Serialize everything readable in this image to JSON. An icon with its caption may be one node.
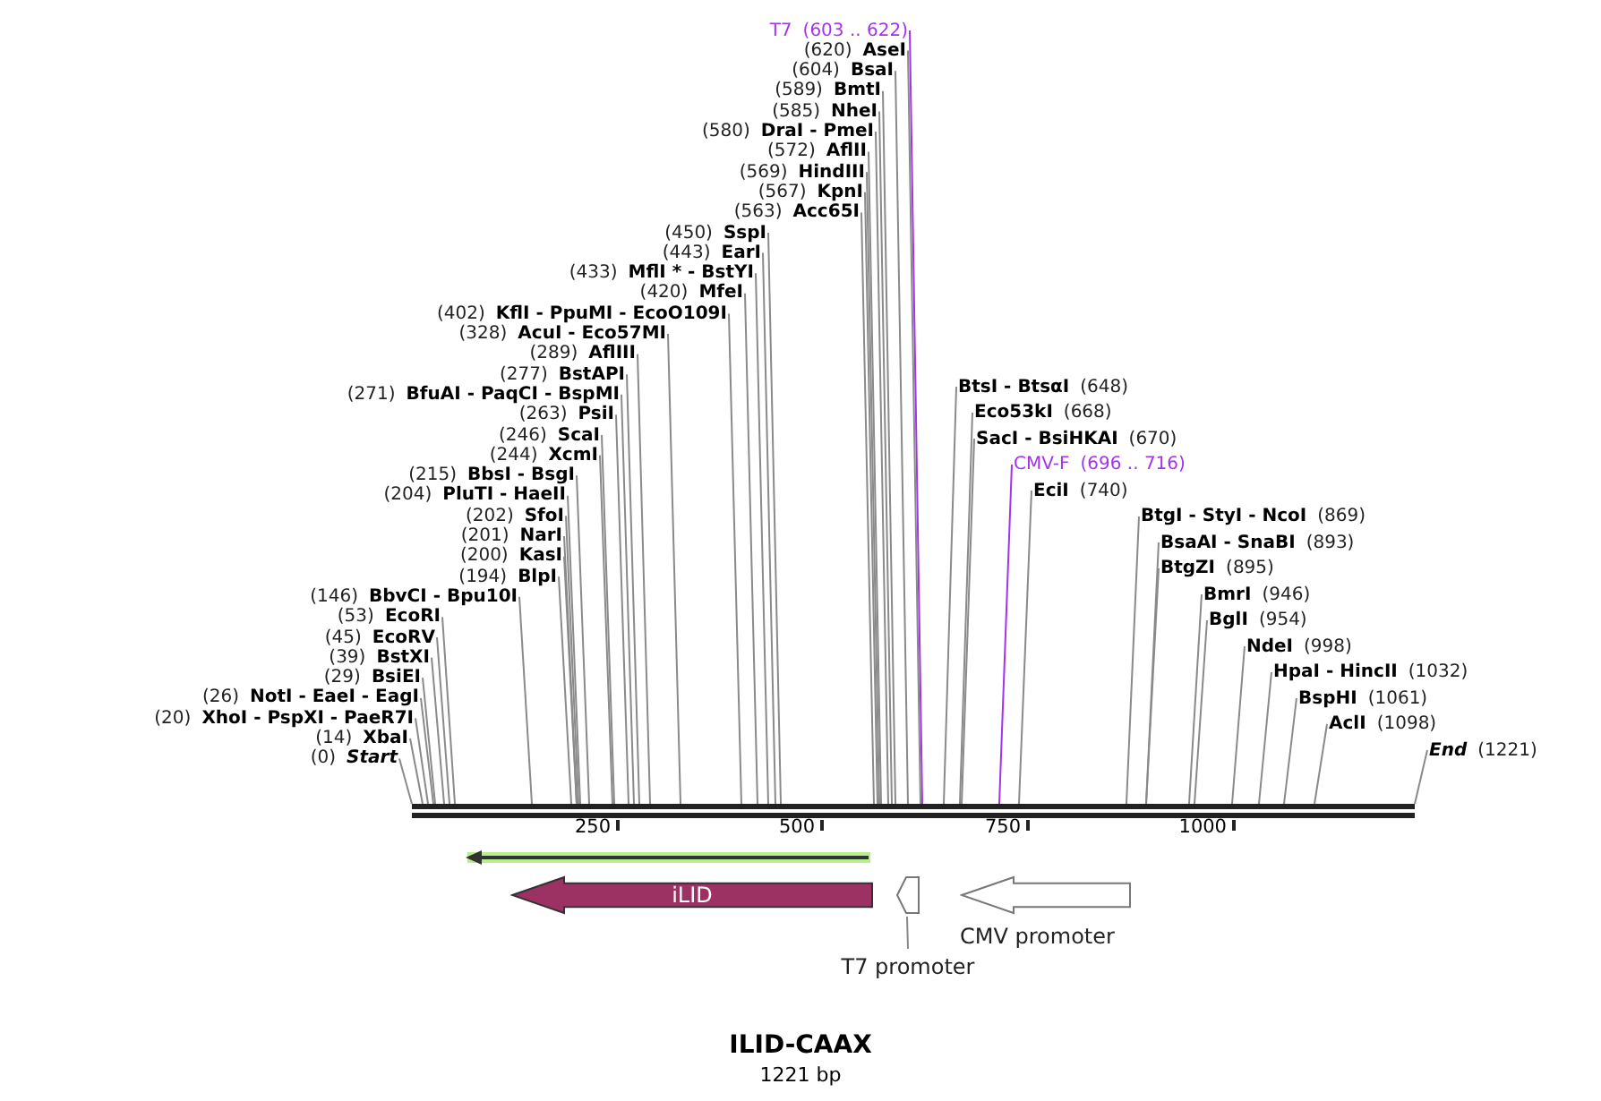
{
  "diagram": {
    "title": "ILID-CAAX",
    "caption": "1221 bp",
    "nodes": [
      {
        "text": [
          "T7",
          "(603 .. 622)"
        ]
      },
      {
        "text": [
          "(620)",
          "AseI"
        ]
      },
      {
        "text": [
          "(604)",
          "BsaI"
        ]
      },
      {
        "text": [
          "(589)",
          "BmtI"
        ]
      },
      {
        "text": [
          "(585)",
          "NheI"
        ]
      },
      {
        "text": [
          "(580)",
          "DraI  -  PmeI"
        ]
      },
      {
        "text": [
          "(572)",
          "AflII"
        ]
      },
      {
        "text": [
          "(569)",
          "HindIII"
        ]
      },
      {
        "text": [
          "(567)",
          "KpnI"
        ]
      },
      {
        "text": [
          "(563)",
          "Acc65I"
        ]
      },
      {
        "text": [
          "(450)",
          "SspI"
        ]
      },
      {
        "text": [
          "(443)",
          "EarI"
        ]
      },
      {
        "text": [
          "(433)",
          "MflI * - BstYI"
        ]
      },
      {
        "text": [
          "(420)",
          "MfeI"
        ]
      },
      {
        "text": [
          "(402)",
          "KflI  -  PpuMI  -  EcoO109I"
        ]
      },
      {
        "text": [
          "(328)",
          "AcuI  -  Eco57MI"
        ]
      },
      {
        "text": [
          "(289)",
          "AflIII"
        ]
      },
      {
        "text": [
          "(277)",
          "BstAPI"
        ]
      },
      {
        "text": [
          "(271)",
          "BfuAI  -  PaqCI  -  BspMI"
        ]
      },
      {
        "text": [
          "(263)",
          "PsiI"
        ]
      },
      {
        "text": [
          "(246)",
          "ScaI"
        ]
      },
      {
        "text": [
          "(244)",
          "XcmI"
        ]
      },
      {
        "text": [
          "(215)",
          "BbsI  -  BsgI"
        ]
      },
      {
        "text": [
          "(204)",
          "PluTI  -  HaeII"
        ]
      },
      {
        "text": [
          "(202)",
          "SfoI"
        ]
      },
      {
        "text": [
          "(201)",
          "NarI"
        ]
      },
      {
        "text": [
          "(200)",
          "KasI"
        ]
      },
      {
        "text": [
          "(194)",
          "BlpI"
        ]
      },
      {
        "text": [
          "(146)",
          "BbvCI  -  Bpu10I"
        ]
      },
      {
        "text": [
          "(53)",
          "EcoRI"
        ]
      },
      {
        "text": [
          "(45)",
          "EcoRV"
        ]
      },
      {
        "text": [
          "(39)",
          "BstXI"
        ]
      },
      {
        "text": [
          "(29)",
          "BsiEI"
        ]
      },
      {
        "text": [
          "(26)",
          "NotI  -  EaeI  -  EagI"
        ]
      },
      {
        "text": [
          "(20)",
          "XhoI  -  PspXI  -  PaeR7I"
        ]
      },
      {
        "text": [
          "(14)",
          "XbaI"
        ]
      },
      {
        "text": [
          "(0)",
          "Start"
        ]
      },
      {
        "text": [
          "BtsI  -  BtsαI",
          "(648)"
        ]
      },
      {
        "text": [
          "Eco53kI",
          "(668)"
        ]
      },
      {
        "text": [
          "SacI  -  BsiHKAI",
          "(670)"
        ]
      },
      {
        "text": [
          "CMV-F",
          "(696 .. 716)"
        ]
      },
      {
        "text": [
          "EciI",
          "(740)"
        ]
      },
      {
        "text": [
          "BtgI  -  StyI  -  NcoI",
          "(869)"
        ]
      },
      {
        "text": [
          "BsaAI  -  SnaBI",
          "(893)"
        ]
      },
      {
        "text": [
          "BtgZI",
          "(895)"
        ]
      },
      {
        "text": [
          "BmrI",
          "(946)"
        ]
      },
      {
        "text": [
          "BglI",
          "(954)"
        ]
      },
      {
        "text": [
          "NdeI",
          "(998)"
        ]
      },
      {
        "text": [
          "HpaI  -  HincII",
          "(1032)"
        ]
      },
      {
        "text": [
          "BspHI",
          "(1061)"
        ]
      },
      {
        "text": [
          "AclI",
          "(1098)"
        ]
      },
      {
        "text": [
          "End",
          "(1221)"
        ]
      },
      {
        "text": [],
        "shape": "arrow"
      },
      {
        "text": [
          "iLID"
        ]
      },
      {
        "text": [],
        "shape": "arrow"
      },
      {
        "text": [],
        "shape": "arrow",
        "beside": [
          "CMV promoter"
        ]
      },
      {
        "text": [
          "T7 promoter"
        ]
      },
      {
        "text": [],
        "shape": "bar"
      }
    ],
    "edges": [
      {
        "from": 0,
        "to": 57,
        "arrow": "none",
        "color": "#a333ee"
      },
      {
        "from": 1,
        "to": 57,
        "arrow": "none"
      },
      {
        "from": 2,
        "to": 57,
        "arrow": "none"
      },
      {
        "from": 3,
        "to": 57,
        "arrow": "none"
      },
      {
        "from": 4,
        "to": 57,
        "arrow": "none"
      },
      {
        "from": 5,
        "to": 57,
        "arrow": "none"
      },
      {
        "from": 6,
        "to": 57,
        "arrow": "none"
      },
      {
        "from": 7,
        "to": 57,
        "arrow": "none"
      },
      {
        "from": 8,
        "to": 57,
        "arrow": "none"
      },
      {
        "from": 9,
        "to": 57,
        "arrow": "none"
      },
      {
        "from": 10,
        "to": 57,
        "arrow": "none"
      },
      {
        "from": 11,
        "to": 57,
        "arrow": "none"
      },
      {
        "from": 12,
        "to": 57,
        "arrow": "none"
      },
      {
        "from": 13,
        "to": 57,
        "arrow": "none"
      },
      {
        "from": 14,
        "to": 57,
        "arrow": "none"
      },
      {
        "from": 15,
        "to": 57,
        "arrow": "none"
      },
      {
        "from": 16,
        "to": 57,
        "arrow": "none"
      },
      {
        "from": 17,
        "to": 57,
        "arrow": "none"
      },
      {
        "from": 18,
        "to": 57,
        "arrow": "none"
      },
      {
        "from": 19,
        "to": 57,
        "arrow": "none"
      },
      {
        "from": 20,
        "to": 57,
        "arrow": "none"
      },
      {
        "from": 21,
        "to": 57,
        "arrow": "none"
      },
      {
        "from": 22,
        "to": 57,
        "arrow": "none"
      },
      {
        "from": 23,
        "to": 57,
        "arrow": "none"
      },
      {
        "from": 24,
        "to": 57,
        "arrow": "none"
      },
      {
        "from": 25,
        "to": 57,
        "arrow": "none"
      },
      {
        "from": 26,
        "to": 57,
        "arrow": "none"
      },
      {
        "from": 27,
        "to": 57,
        "arrow": "none"
      },
      {
        "from": 28,
        "to": 57,
        "arrow": "none"
      },
      {
        "from": 29,
        "to": 57,
        "arrow": "none"
      },
      {
        "from": 30,
        "to": 57,
        "arrow": "none"
      },
      {
        "from": 31,
        "to": 57,
        "arrow": "none"
      },
      {
        "from": 32,
        "to": 57,
        "arrow": "none"
      },
      {
        "from": 33,
        "to": 57,
        "arrow": "none"
      },
      {
        "from": 34,
        "to": 57,
        "arrow": "none"
      },
      {
        "from": 35,
        "to": 57,
        "arrow": "none"
      },
      {
        "from": 36,
        "to": 57,
        "arrow": "none"
      },
      {
        "from": 37,
        "to": 57,
        "arrow": "none"
      },
      {
        "from": 38,
        "to": 57,
        "arrow": "none"
      },
      {
        "from": 39,
        "to": 57,
        "arrow": "none"
      },
      {
        "from": 40,
        "to": 57,
        "arrow": "none",
        "color": "#a333ee"
      },
      {
        "from": 41,
        "to": 57,
        "arrow": "none"
      },
      {
        "from": 42,
        "to": 57,
        "arrow": "none"
      },
      {
        "from": 43,
        "to": 57,
        "arrow": "none"
      },
      {
        "from": 44,
        "to": 57,
        "arrow": "none"
      },
      {
        "from": 45,
        "to": 57,
        "arrow": "none"
      },
      {
        "from": 46,
        "to": 57,
        "arrow": "none"
      },
      {
        "from": 47,
        "to": 57,
        "arrow": "none"
      },
      {
        "from": 48,
        "to": 57,
        "arrow": "none"
      },
      {
        "from": 49,
        "to": 57,
        "arrow": "none"
      },
      {
        "from": 50,
        "to": 57,
        "arrow": "none"
      },
      {
        "from": 51,
        "to": 57,
        "arrow": "none"
      },
      {
        "from": 56,
        "to": 54,
        "arrow": "none"
      }
    ],
    "labels": [
      "250",
      "500",
      "750",
      "1000"
    ]
  }
}
